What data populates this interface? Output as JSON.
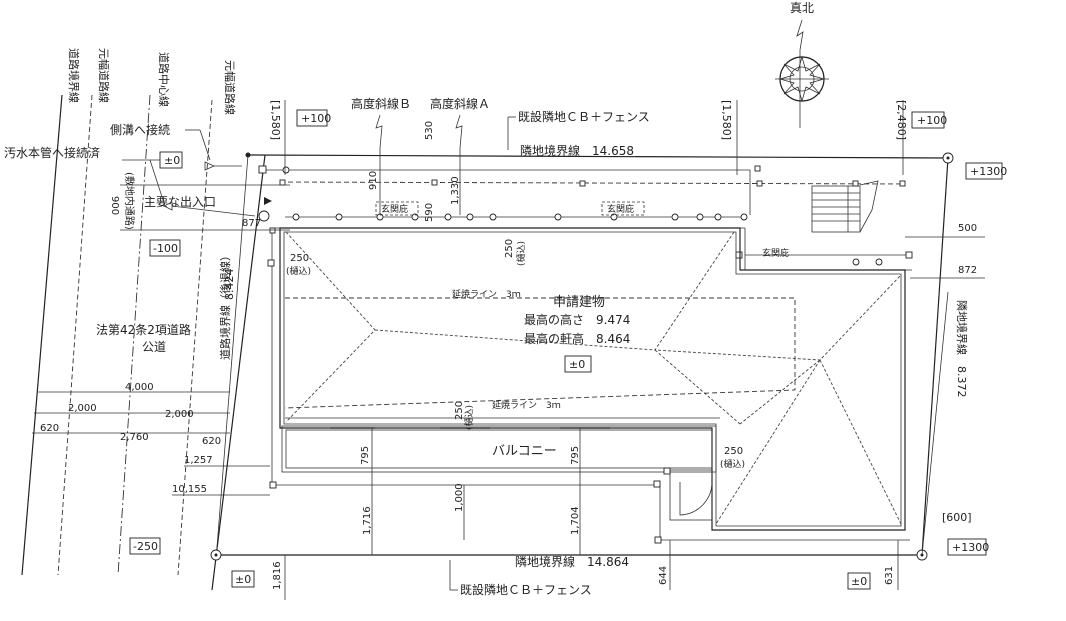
{
  "north": {
    "label": "真北"
  },
  "road": {
    "boundary_line": "道路境界線",
    "original_road_line": "元幅道路線",
    "center_line": "道路中心線",
    "original_road_line_2": "元幅道路線",
    "type": "法第42条2項道路",
    "type_sub": "公道",
    "boundary_setback": "道路境界線（後退線）",
    "length": "8.424"
  },
  "notes": {
    "sewer_main": "汚水本管へ接続済",
    "gutter": "側溝へ接続",
    "main_entrance": "主要な出入口",
    "site_drive": "900\n(敷地内通路)"
  },
  "slopes": {
    "b": "高度斜線Ｂ",
    "a": "高度斜線Ａ"
  },
  "neighbor": {
    "fence_top": "既設隣地ＣＢ＋フェンス",
    "fence_bottom": "既設隣地ＣＢ＋フェンス",
    "line_top": "隣地境界線　14.658",
    "line_bottom": "隣地境界線　14.864",
    "line_right": "隣地境界線　8.372"
  },
  "building": {
    "title": "申請建物",
    "max_height": "最高の高さ　9.474",
    "max_eaves": "最高の軒高　8.464",
    "level": "±0",
    "balcony": "バルコニー",
    "fire_line_1": "延焼ライン　3ｍ",
    "fire_line_2": "延焼ライン　3ｍ",
    "porch_1": "玄関庇",
    "porch_2": "玄関庇",
    "porch_3": "玄関庇"
  },
  "levels": {
    "tl": "+100",
    "tr": "+100",
    "r1": "+1300",
    "r2": "+1300",
    "ltop": "±0",
    "lmid": "-100",
    "lbot": "-250",
    "bl": "±0",
    "br": "±0",
    "b600": "[600]",
    "b1580a": "[1,580]",
    "b1580b": "[1,580]",
    "b2480": "[2,480]"
  },
  "dims": {
    "d530": "530",
    "d910": "910",
    "d590": "590",
    "d1330": "1,330",
    "d877": "877",
    "d250a": "250",
    "d250a_sub": "(樋込)",
    "d250b": "250",
    "d250b_sub": "(樋込)",
    "d250c": "250",
    "d250c_sub": "(樋込)",
    "d250d": "250",
    "d250d_sub": "(樋込)",
    "d500": "500",
    "d872": "872",
    "d4000": "4,000",
    "d2000a": "2,000",
    "d2000b": "2,000",
    "d620a": "620",
    "d2760": "2,760",
    "d620b": "620",
    "d1257": "1,257",
    "d10155": "10,155",
    "d795a": "795",
    "d795b": "795",
    "d1716": "1,716",
    "d1000": "1,000",
    "d1704": "1,704",
    "d1816": "1,816",
    "d644": "644",
    "d631": "631"
  }
}
